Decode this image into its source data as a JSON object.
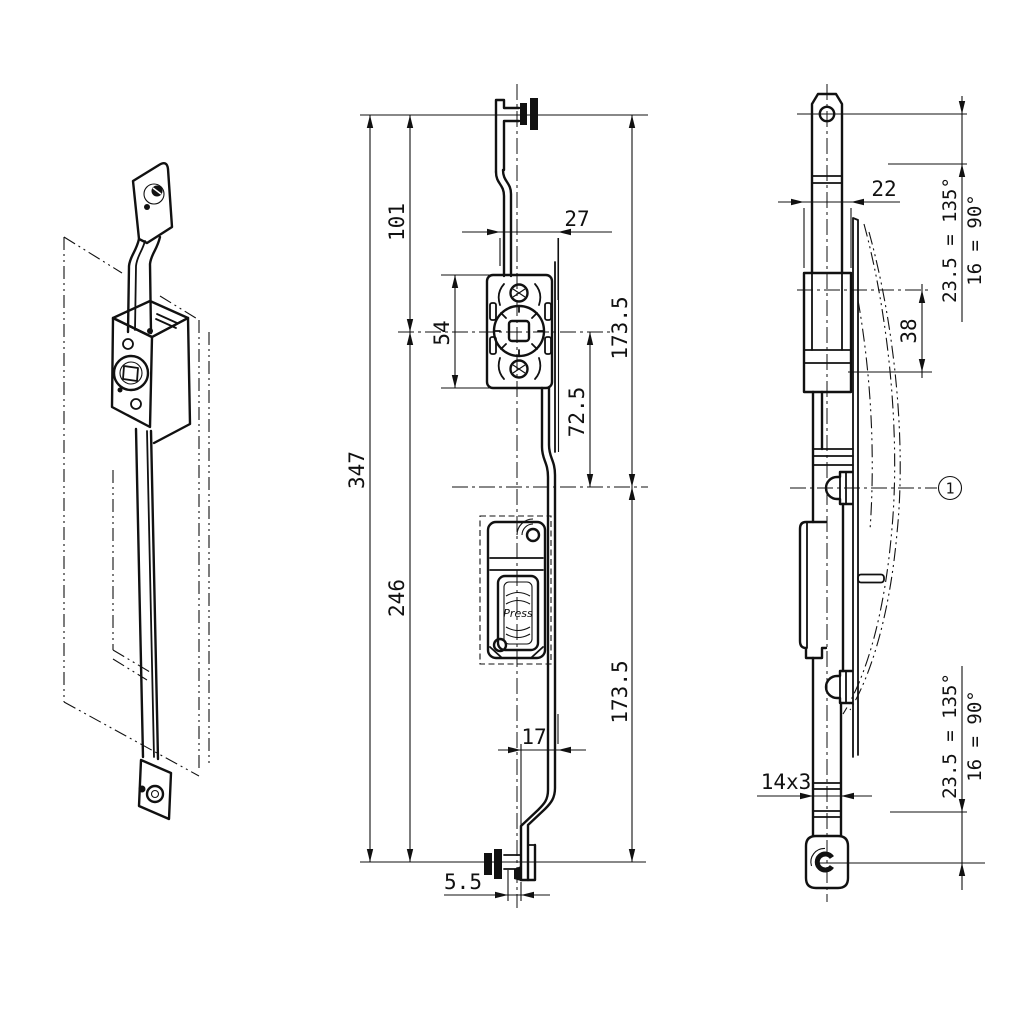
{
  "colors": {
    "line": "#111111",
    "background": "#ffffff"
  },
  "front_view": {
    "dim_total": "347",
    "dim_lower_run": "246",
    "dim_upper_run": "101",
    "dim_gearbox_height": "54",
    "dim_offset_top": "27",
    "dim_half_upper": "173.5",
    "dim_center_to_mid": "72.5",
    "dim_half_lower": "173.5",
    "dim_rod_offset": "17",
    "dim_end_offset": "5.5",
    "press_label": "Press"
  },
  "side_view": {
    "dim_width": "22",
    "dim_hole_spacing": "38",
    "dim_bar_section": "14x3",
    "stroke_note_top_left": "23.5 = 135°",
    "stroke_note_top_right": "16 = 90°",
    "stroke_note_bottom_left": "23.5 = 135°",
    "stroke_note_bottom_right": "16 = 90°",
    "balloon_label": "1"
  }
}
